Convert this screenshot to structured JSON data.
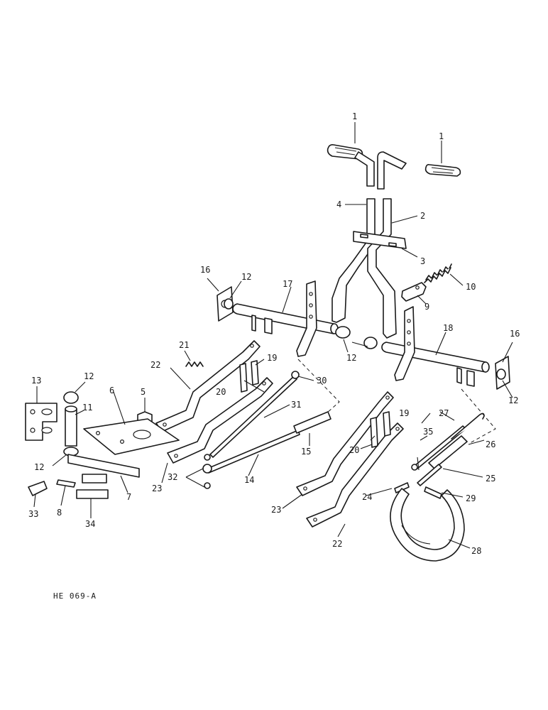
{
  "callouts": {
    "c1a": "1",
    "c1b": "1",
    "c2": "2",
    "c3": "3",
    "c4": "4",
    "c5": "5",
    "c6": "6",
    "c7": "7",
    "c8": "8",
    "c9": "9",
    "c10": "10",
    "c11": "11",
    "c12a": "12",
    "c12b": "12",
    "c12c": "12",
    "c12d": "12",
    "c12e": "12",
    "c13": "13",
    "c14": "14",
    "c15": "15",
    "c16a": "16",
    "c16b": "16",
    "c17": "17",
    "c18": "18",
    "c19a": "19",
    "c19b": "19",
    "c20a": "20",
    "c20b": "20",
    "c21": "21",
    "c22a": "22",
    "c22b": "22",
    "c23a": "23",
    "c23b": "23",
    "c24": "24",
    "c25": "25",
    "c26": "26",
    "c27": "27",
    "c28": "28",
    "c29": "29",
    "c30": "30",
    "c31": "31",
    "c32": "32",
    "c33": "33",
    "c34": "34",
    "c35": "35"
  },
  "figure_code": "HE 069-A"
}
